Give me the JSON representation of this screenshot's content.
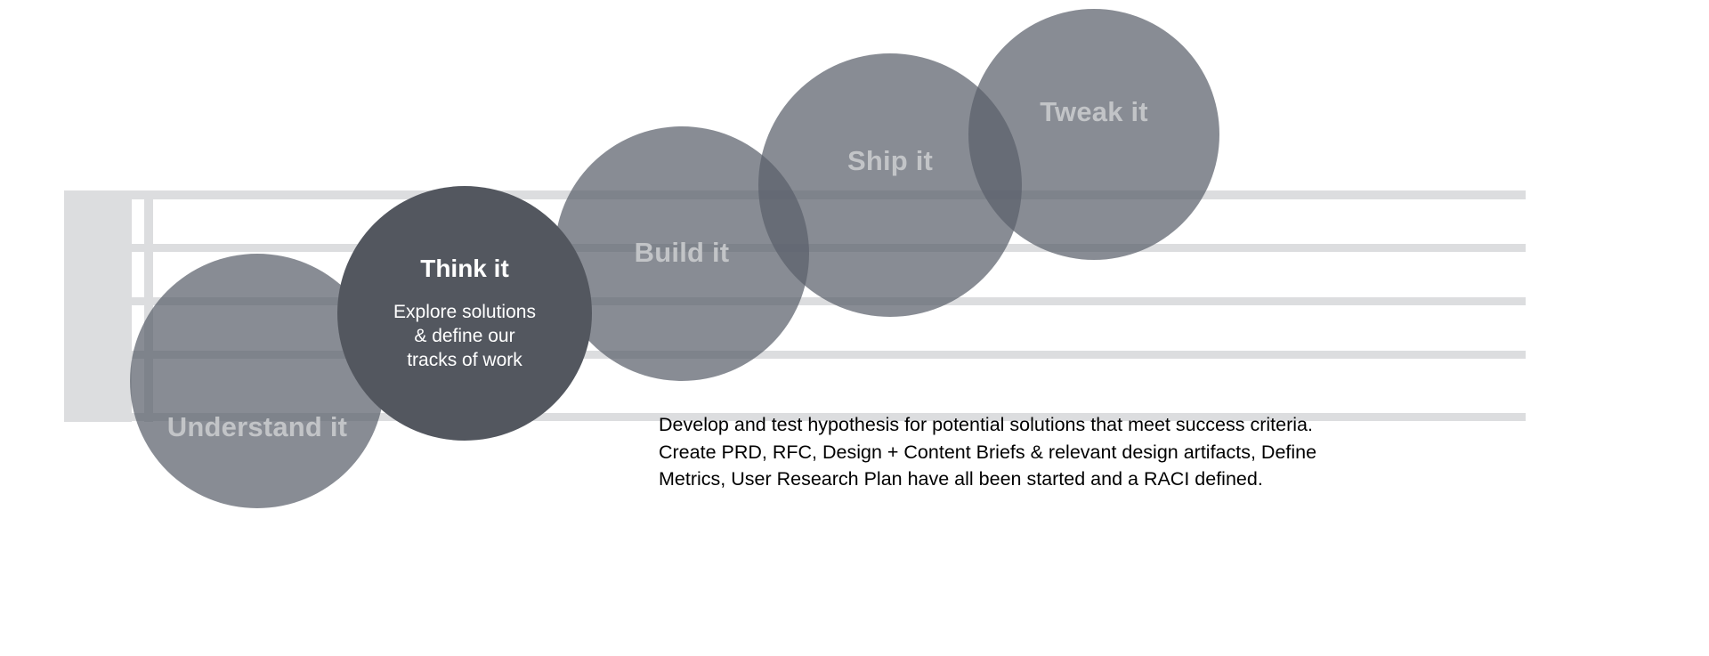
{
  "diagram": {
    "type": "process-stages",
    "background_grid": {
      "panel_color": "#dcdddf",
      "gridline_color": "#dcdddf",
      "row_count": 4
    },
    "stages": [
      {
        "id": "understand",
        "label": "Understand it",
        "state": "inactive",
        "color": "#767b85",
        "label_color": "#c2c4c7",
        "description": ""
      },
      {
        "id": "think",
        "label": "Think it",
        "state": "active",
        "color": "#53575f",
        "label_color": "#ffffff",
        "description_lines": [
          "Explore solutions",
          "& define our",
          "tracks of work"
        ]
      },
      {
        "id": "build",
        "label": "Build it",
        "state": "inactive",
        "color": "#767b85",
        "label_color": "#c2c4c7",
        "description": ""
      },
      {
        "id": "ship",
        "label": "Ship it",
        "state": "inactive",
        "color": "#767b85",
        "label_color": "#c2c4c7",
        "description": ""
      },
      {
        "id": "tweak",
        "label": "Tweak it",
        "state": "inactive",
        "color": "#767b85",
        "label_color": "#c2c4c7",
        "description": ""
      }
    ]
  },
  "caption": {
    "lines": [
      "Develop and test hypothesis for potential solutions that meet success criteria.",
      "Create PRD, RFC, Design + Content Briefs & relevant design artifacts, Define",
      "Metrics, User Research Plan have all been started and a RACI defined."
    ],
    "color": "#000000"
  }
}
